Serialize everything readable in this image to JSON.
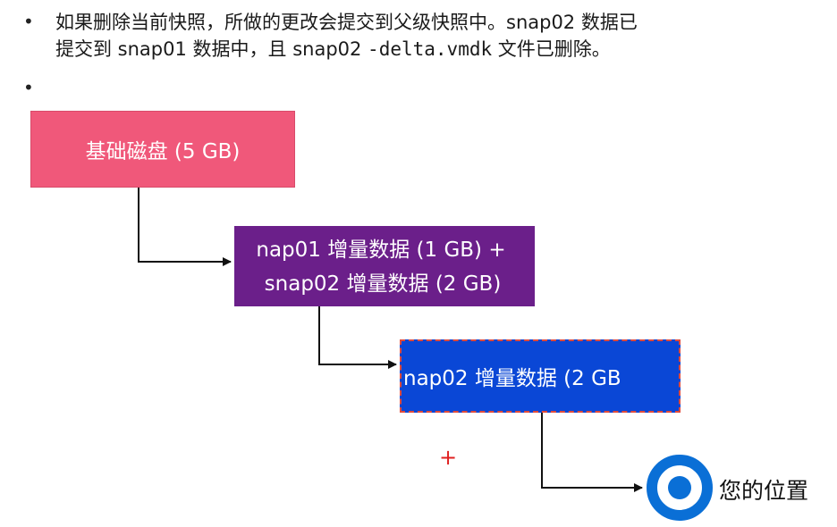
{
  "bullets": {
    "first": {
      "symbol": "•",
      "line1_a": "如果删除当前快照，所做的更改会提交到父级快照中。snap02 数据已",
      "line2_a": "提交到 snap01 数据中，且 snap02 ",
      "line2_mono": "-delta.vmdk",
      "line2_b": " 文件已删除。"
    },
    "second": {
      "symbol": "•"
    }
  },
  "diagram": {
    "base_disk": {
      "label": "基础磁盘 (5 GB)",
      "color": "#f0587a"
    },
    "snap01": {
      "line1": "nap01 增量数据 (1 GB) +",
      "line2": "snap02 增量数据 (2 GB)",
      "color": "#6b1f8a"
    },
    "snap02": {
      "label": "nap02 增量数据 (2 GB",
      "color": "#0a47d6",
      "border_color": "#e14a3a"
    },
    "marker": {
      "label": "您的位置",
      "icon": "target-icon",
      "color": "#0a6fd6"
    },
    "cursor": {
      "symbol": "+",
      "color": "#e02020"
    }
  }
}
